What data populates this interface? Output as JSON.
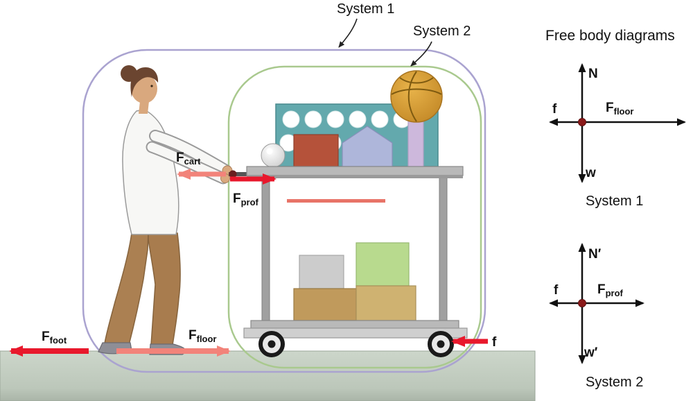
{
  "scene": {
    "callout_system1": "System 1",
    "callout_system2": "System 2",
    "forces": {
      "f_cart": {
        "main": "F",
        "sub": "cart"
      },
      "f_prof": {
        "main": "F",
        "sub": "prof"
      },
      "f_foot": {
        "main": "F",
        "sub": "foot"
      },
      "f_floor": {
        "main": "F",
        "sub": "floor"
      },
      "friction": "f"
    }
  },
  "fbd": {
    "title": "Free body diagrams",
    "system1": {
      "up": "N",
      "down": "w",
      "left": "f",
      "right": {
        "main": "F",
        "sub": "floor"
      },
      "caption": "System 1"
    },
    "system2": {
      "up": "N′",
      "down": "w′",
      "left": "f",
      "right": {
        "main": "F",
        "sub": "prof"
      },
      "caption": "System 2"
    }
  },
  "colors": {
    "system1_outline": "#aaa3d0",
    "system2_outline": "#a9c98e",
    "force_red": "#e8182c",
    "force_salmon": "#f2837a",
    "fbd_dot": "#8b1a1a",
    "floor": "#c4cfc2"
  }
}
